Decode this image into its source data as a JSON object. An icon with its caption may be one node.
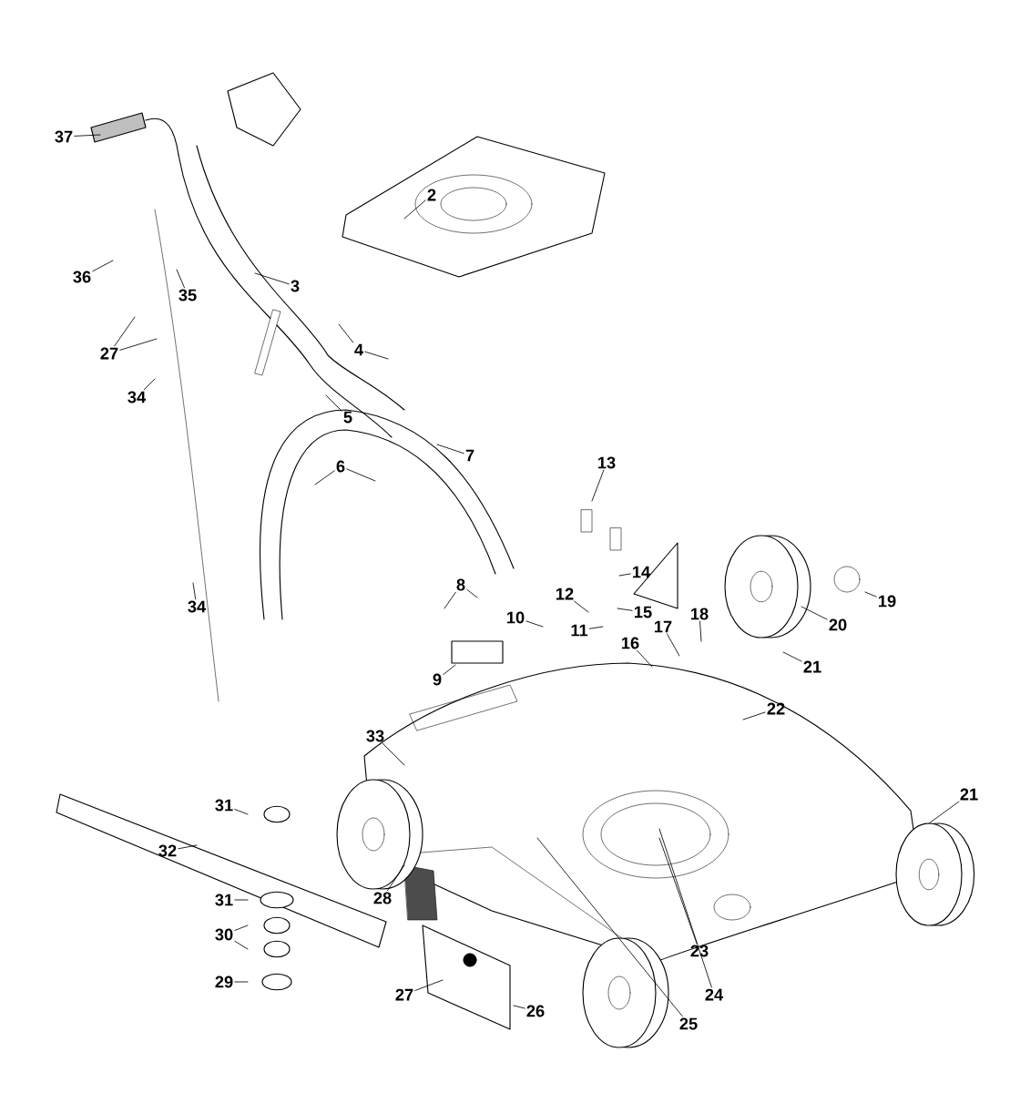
{
  "diagram": {
    "nodes": [
      {
        "text": [
          "37"
        ]
      },
      {
        "text": [
          "2"
        ]
      },
      {
        "text": [
          "36"
        ]
      },
      {
        "text": [
          "3"
        ]
      },
      {
        "text": [
          "35"
        ]
      },
      {
        "text": [
          "27"
        ]
      },
      {
        "text": [
          "34"
        ]
      },
      {
        "text": [
          "4"
        ]
      },
      {
        "text": [
          "5"
        ]
      },
      {
        "text": [
          "6"
        ]
      },
      {
        "text": [
          "7"
        ]
      },
      {
        "text": [
          "34"
        ]
      },
      {
        "text": [
          "8"
        ]
      },
      {
        "text": [
          "13"
        ]
      },
      {
        "text": [
          "14"
        ]
      },
      {
        "text": [
          "12"
        ]
      },
      {
        "text": [
          "10"
        ]
      },
      {
        "text": [
          "11"
        ]
      },
      {
        "text": [
          "15"
        ]
      },
      {
        "text": [
          "9"
        ]
      },
      {
        "text": [
          "16"
        ]
      },
      {
        "text": [
          "17"
        ]
      },
      {
        "text": [
          "18"
        ]
      },
      {
        "text": [
          "19"
        ]
      },
      {
        "text": [
          "20"
        ]
      },
      {
        "text": [
          "21"
        ]
      },
      {
        "text": [
          "22"
        ]
      },
      {
        "text": [
          "33"
        ]
      },
      {
        "text": [
          "31"
        ]
      },
      {
        "text": [
          "21"
        ]
      },
      {
        "text": [
          "32"
        ]
      },
      {
        "text": [
          "28"
        ]
      },
      {
        "text": [
          "31"
        ]
      },
      {
        "text": [
          "30"
        ]
      },
      {
        "text": [
          "23"
        ]
      },
      {
        "text": [
          "29"
        ]
      },
      {
        "text": [
          "24"
        ]
      },
      {
        "text": [
          "27"
        ]
      },
      {
        "text": [
          "26"
        ]
      },
      {
        "text": [
          "25"
        ]
      }
    ],
    "edges": [
      {
        "from": 0,
        "to": null,
        "arrow": "none"
      },
      {
        "from": 1,
        "to": null,
        "arrow": "none"
      },
      {
        "from": 2,
        "to": null,
        "arrow": "none"
      },
      {
        "from": 3,
        "to": null,
        "arrow": "none"
      },
      {
        "from": 4,
        "to": null,
        "arrow": "none"
      },
      {
        "from": 5,
        "to": null,
        "arrow": "none"
      },
      {
        "from": 5,
        "to": null,
        "arrow": "none"
      },
      {
        "from": 6,
        "to": null,
        "arrow": "none"
      },
      {
        "from": 7,
        "to": null,
        "arrow": "none"
      },
      {
        "from": 7,
        "to": null,
        "arrow": "none"
      },
      {
        "from": 8,
        "to": null,
        "arrow": "none"
      },
      {
        "from": 9,
        "to": null,
        "arrow": "none"
      },
      {
        "from": 9,
        "to": null,
        "arrow": "none"
      },
      {
        "from": 10,
        "to": null,
        "arrow": "none"
      },
      {
        "from": 11,
        "to": null,
        "arrow": "none"
      },
      {
        "from": 12,
        "to": null,
        "arrow": "none"
      },
      {
        "from": 12,
        "to": null,
        "arrow": "none"
      },
      {
        "from": 13,
        "to": null,
        "arrow": "none"
      },
      {
        "from": 14,
        "to": null,
        "arrow": "none"
      },
      {
        "from": 15,
        "to": null,
        "arrow": "none"
      },
      {
        "from": 16,
        "to": null,
        "arrow": "none"
      },
      {
        "from": 17,
        "to": null,
        "arrow": "none"
      },
      {
        "from": 18,
        "to": null,
        "arrow": "none"
      },
      {
        "from": 19,
        "to": null,
        "arrow": "none"
      },
      {
        "from": 20,
        "to": null,
        "arrow": "none"
      },
      {
        "from": 21,
        "to": null,
        "arrow": "none"
      },
      {
        "from": 22,
        "to": null,
        "arrow": "none"
      },
      {
        "from": 23,
        "to": null,
        "arrow": "none"
      },
      {
        "from": 24,
        "to": null,
        "arrow": "none"
      },
      {
        "from": 25,
        "to": null,
        "arrow": "none"
      },
      {
        "from": 26,
        "to": null,
        "arrow": "none"
      },
      {
        "from": 27,
        "to": null,
        "arrow": "none"
      },
      {
        "from": 28,
        "to": null,
        "arrow": "none"
      },
      {
        "from": 29,
        "to": null,
        "arrow": "none"
      },
      {
        "from": 30,
        "to": null,
        "arrow": "none"
      },
      {
        "from": 31,
        "to": null,
        "arrow": "none"
      },
      {
        "from": 32,
        "to": null,
        "arrow": "none"
      },
      {
        "from": 33,
        "to": null,
        "arrow": "none"
      },
      {
        "from": 33,
        "to": null,
        "arrow": "none"
      },
      {
        "from": 34,
        "to": null,
        "arrow": "none"
      },
      {
        "from": 35,
        "to": null,
        "arrow": "none"
      },
      {
        "from": 36,
        "to": null,
        "arrow": "none"
      },
      {
        "from": 37,
        "to": null,
        "arrow": "none"
      },
      {
        "from": 38,
        "to": null,
        "arrow": "none"
      },
      {
        "from": 39,
        "to": null,
        "arrow": "none"
      }
    ]
  }
}
